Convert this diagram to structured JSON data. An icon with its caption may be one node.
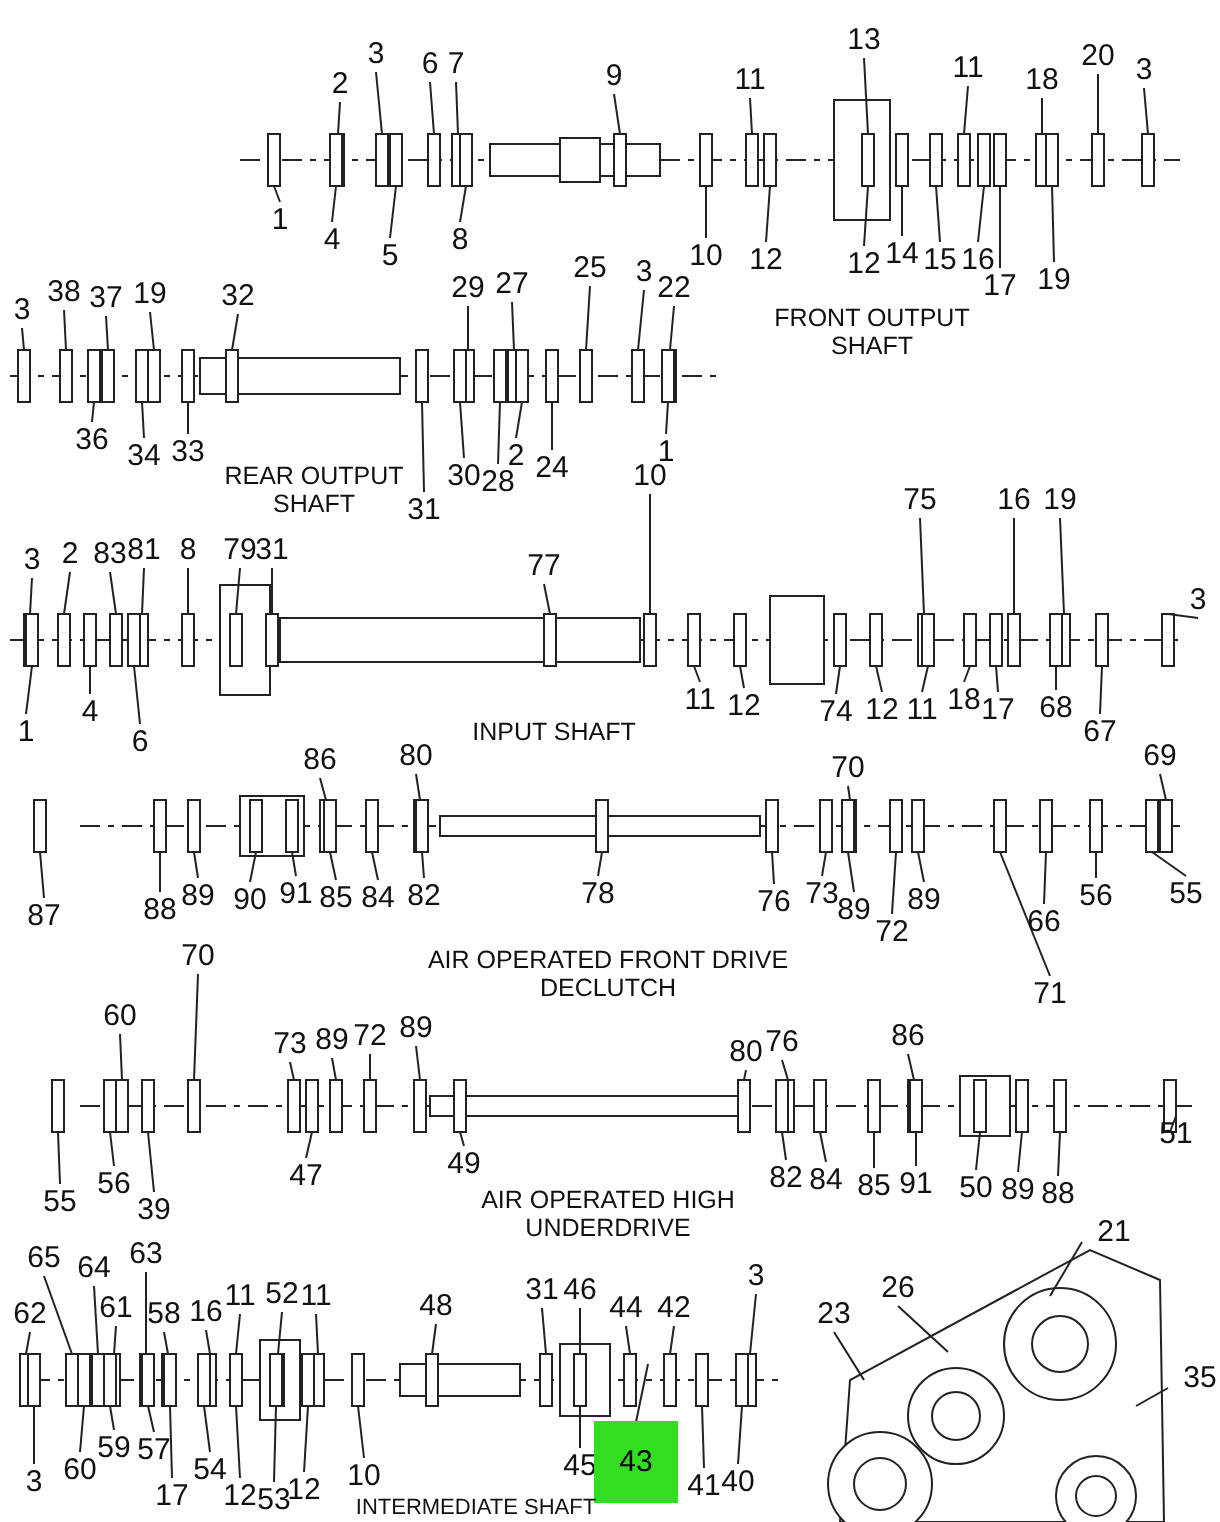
{
  "diagram": {
    "nodes": [
      {
        "text": [
          "1"
        ]
      },
      {
        "text": [
          "2"
        ]
      },
      {
        "text": [
          "3"
        ]
      },
      {
        "text": [
          "4"
        ]
      },
      {
        "text": [
          "5"
        ]
      },
      {
        "text": [
          "6"
        ]
      },
      {
        "text": [
          "7"
        ]
      },
      {
        "text": [
          "8"
        ]
      },
      {
        "text": [
          "9"
        ]
      },
      {
        "text": [
          "10"
        ]
      },
      {
        "text": [
          "11"
        ]
      },
      {
        "text": [
          "12"
        ]
      },
      {
        "text": [
          "13"
        ]
      },
      {
        "text": [
          "11"
        ]
      },
      {
        "text": [
          "12"
        ]
      },
      {
        "text": [
          "14"
        ]
      },
      {
        "text": [
          "15"
        ]
      },
      {
        "text": [
          "16"
        ]
      },
      {
        "text": [
          "17"
        ]
      },
      {
        "text": [
          "18"
        ]
      },
      {
        "text": [
          "19"
        ]
      },
      {
        "text": [
          "20"
        ]
      },
      {
        "text": [
          "3"
        ]
      },
      {
        "text": [
          "3"
        ]
      },
      {
        "text": [
          "38"
        ]
      },
      {
        "text": [
          "37"
        ]
      },
      {
        "text": [
          "19"
        ]
      },
      {
        "text": [
          "32"
        ]
      },
      {
        "text": [
          "29"
        ]
      },
      {
        "text": [
          "27"
        ]
      },
      {
        "text": [
          "25"
        ]
      },
      {
        "text": [
          "3"
        ]
      },
      {
        "text": [
          "22"
        ]
      },
      {
        "text": [
          "36"
        ]
      },
      {
        "text": [
          "34"
        ]
      },
      {
        "text": [
          "33"
        ]
      },
      {
        "text": [
          "30"
        ]
      },
      {
        "text": [
          "28"
        ]
      },
      {
        "text": [
          "2"
        ]
      },
      {
        "text": [
          "24"
        ]
      },
      {
        "text": [
          "1"
        ]
      },
      {
        "text": [
          "31"
        ]
      },
      {
        "text": [
          "10"
        ]
      },
      {
        "text": [
          "75"
        ]
      },
      {
        "text": [
          "16"
        ]
      },
      {
        "text": [
          "19"
        ]
      },
      {
        "text": [
          "3"
        ]
      },
      {
        "text": [
          "2"
        ]
      },
      {
        "text": [
          "83"
        ]
      },
      {
        "text": [
          "81"
        ]
      },
      {
        "text": [
          "8"
        ]
      },
      {
        "text": [
          "79"
        ]
      },
      {
        "text": [
          "31"
        ]
      },
      {
        "text": [
          "77"
        ]
      },
      {
        "text": [
          "3"
        ]
      },
      {
        "text": [
          "1"
        ]
      },
      {
        "text": [
          "4"
        ]
      },
      {
        "text": [
          "6"
        ]
      },
      {
        "text": [
          "11"
        ]
      },
      {
        "text": [
          "12"
        ]
      },
      {
        "text": [
          "74"
        ]
      },
      {
        "text": [
          "12"
        ]
      },
      {
        "text": [
          "11"
        ]
      },
      {
        "text": [
          "18"
        ]
      },
      {
        "text": [
          "17"
        ]
      },
      {
        "text": [
          "68"
        ]
      },
      {
        "text": [
          "67"
        ]
      },
      {
        "text": [
          "86"
        ]
      },
      {
        "text": [
          "80"
        ]
      },
      {
        "text": [
          "70"
        ]
      },
      {
        "text": [
          "69"
        ]
      },
      {
        "text": [
          "55"
        ]
      },
      {
        "text": [
          "87"
        ]
      },
      {
        "text": [
          "88"
        ]
      },
      {
        "text": [
          "89"
        ]
      },
      {
        "text": [
          "90"
        ]
      },
      {
        "text": [
          "91"
        ]
      },
      {
        "text": [
          "85"
        ]
      },
      {
        "text": [
          "84"
        ]
      },
      {
        "text": [
          "82"
        ]
      },
      {
        "text": [
          "78"
        ]
      },
      {
        "text": [
          "76"
        ]
      },
      {
        "text": [
          "73"
        ]
      },
      {
        "text": [
          "89"
        ]
      },
      {
        "text": [
          "72"
        ]
      },
      {
        "text": [
          "89"
        ]
      },
      {
        "text": [
          "66"
        ]
      },
      {
        "text": [
          "56"
        ]
      },
      {
        "text": [
          "71"
        ]
      },
      {
        "text": [
          "70"
        ]
      },
      {
        "text": [
          "60"
        ]
      },
      {
        "text": [
          "73"
        ]
      },
      {
        "text": [
          "89"
        ]
      },
      {
        "text": [
          "72"
        ]
      },
      {
        "text": [
          "89"
        ]
      },
      {
        "text": [
          "80"
        ]
      },
      {
        "text": [
          "76"
        ]
      },
      {
        "text": [
          "86"
        ]
      },
      {
        "text": [
          "47"
        ]
      },
      {
        "text": [
          "55"
        ]
      },
      {
        "text": [
          "56"
        ]
      },
      {
        "text": [
          "39"
        ]
      },
      {
        "text": [
          "49"
        ]
      },
      {
        "text": [
          "82"
        ]
      },
      {
        "text": [
          "84"
        ]
      },
      {
        "text": [
          "85"
        ]
      },
      {
        "text": [
          "91"
        ]
      },
      {
        "text": [
          "50"
        ]
      },
      {
        "text": [
          "89"
        ]
      },
      {
        "text": [
          "88"
        ]
      },
      {
        "text": [
          "51"
        ]
      },
      {
        "text": [
          "21"
        ]
      },
      {
        "text": [
          "65"
        ]
      },
      {
        "text": [
          "64"
        ]
      },
      {
        "text": [
          "63"
        ]
      },
      {
        "text": [
          "3"
        ]
      },
      {
        "text": [
          "62"
        ]
      },
      {
        "text": [
          "61"
        ]
      },
      {
        "text": [
          "58"
        ]
      },
      {
        "text": [
          "16"
        ]
      },
      {
        "text": [
          "11"
        ]
      },
      {
        "text": [
          "52"
        ]
      },
      {
        "text": [
          "11"
        ]
      },
      {
        "text": [
          "48"
        ]
      },
      {
        "text": [
          "31"
        ]
      },
      {
        "text": [
          "46"
        ]
      },
      {
        "text": [
          "44"
        ]
      },
      {
        "text": [
          "42"
        ]
      },
      {
        "text": [
          "26"
        ]
      },
      {
        "text": [
          "23"
        ]
      },
      {
        "text": [
          "35"
        ]
      },
      {
        "text": [
          "59"
        ]
      },
      {
        "text": [
          "57"
        ]
      },
      {
        "text": [
          "60"
        ]
      },
      {
        "text": [
          "54"
        ]
      },
      {
        "text": [
          "3"
        ]
      },
      {
        "text": [
          "17"
        ]
      },
      {
        "text": [
          "12"
        ]
      },
      {
        "text": [
          "53"
        ]
      },
      {
        "text": [
          "12"
        ]
      },
      {
        "text": [
          "10"
        ]
      },
      {
        "text": [
          "45"
        ]
      },
      {
        "text": [
          "43"
        ]
      },
      {
        "text": [
          "41"
        ]
      },
      {
        "text": [
          "40"
        ]
      },
      {
        "text": [],
        "shape": "picture"
      },
      {
        "text": [],
        "shape": "picture"
      },
      {
        "text": [],
        "shape": "picture"
      },
      {
        "text": [],
        "shape": "picture"
      },
      {
        "text": [],
        "shape": "picture"
      },
      {
        "text": [],
        "shape": "picture"
      },
      {
        "text": [],
        "shape": "picture"
      }
    ],
    "edges": [
      {
        "from": 0,
        "to": 145,
        "arrow": "none"
      },
      {
        "from": 1,
        "to": 145,
        "arrow": "none"
      },
      {
        "from": 2,
        "to": 145,
        "arrow": "none"
      },
      {
        "from": 3,
        "to": 145,
        "arrow": "none"
      },
      {
        "from": 4,
        "to": 145,
        "arrow": "none"
      },
      {
        "from": 5,
        "to": 145,
        "arrow": "none"
      },
      {
        "from": 6,
        "to": 145,
        "arrow": "none"
      },
      {
        "from": 7,
        "to": 145,
        "arrow": "none"
      },
      {
        "from": 8,
        "to": 145,
        "arrow": "none"
      },
      {
        "from": 9,
        "to": 145,
        "arrow": "none"
      },
      {
        "from": 10,
        "to": 145,
        "arrow": "none"
      },
      {
        "from": 11,
        "to": 145,
        "arrow": "none"
      },
      {
        "from": 12,
        "to": 145,
        "arrow": "none"
      },
      {
        "from": 13,
        "to": 145,
        "arrow": "none"
      },
      {
        "from": 14,
        "to": 145,
        "arrow": "none"
      },
      {
        "from": 15,
        "to": 145,
        "arrow": "none"
      },
      {
        "from": 16,
        "to": 145,
        "arrow": "none"
      },
      {
        "from": 17,
        "to": 145,
        "arrow": "none"
      },
      {
        "from": 18,
        "to": 145,
        "arrow": "none"
      },
      {
        "from": 19,
        "to": 145,
        "arrow": "none"
      },
      {
        "from": 20,
        "to": 145,
        "arrow": "none"
      },
      {
        "from": 21,
        "to": 145,
        "arrow": "none"
      },
      {
        "from": 22,
        "to": 145,
        "arrow": "none"
      },
      {
        "from": 23,
        "to": 146,
        "arrow": "none"
      },
      {
        "from": 24,
        "to": 146,
        "arrow": "none"
      },
      {
        "from": 25,
        "to": 146,
        "arrow": "none"
      },
      {
        "from": 26,
        "to": 146,
        "arrow": "none"
      },
      {
        "from": 27,
        "to": 146,
        "arrow": "none"
      },
      {
        "from": 28,
        "to": 146,
        "arrow": "none"
      },
      {
        "from": 29,
        "to": 146,
        "arrow": "none"
      },
      {
        "from": 30,
        "to": 146,
        "arrow": "none"
      },
      {
        "from": 31,
        "to": 146,
        "arrow": "none"
      },
      {
        "from": 32,
        "to": 146,
        "arrow": "none"
      },
      {
        "from": 33,
        "to": 146,
        "arrow": "none"
      },
      {
        "from": 34,
        "to": 146,
        "arrow": "none"
      },
      {
        "from": 35,
        "to": 146,
        "arrow": "none"
      },
      {
        "from": 36,
        "to": 146,
        "arrow": "none"
      },
      {
        "from": 37,
        "to": 146,
        "arrow": "none"
      },
      {
        "from": 38,
        "to": 146,
        "arrow": "none"
      },
      {
        "from": 39,
        "to": 146,
        "arrow": "none"
      },
      {
        "from": 40,
        "to": 146,
        "arrow": "none"
      },
      {
        "from": 41,
        "to": 146,
        "arrow": "none"
      },
      {
        "from": 42,
        "to": 147,
        "arrow": "none"
      },
      {
        "from": 43,
        "to": 147,
        "arrow": "none"
      },
      {
        "from": 44,
        "to": 147,
        "arrow": "none"
      },
      {
        "from": 45,
        "to": 147,
        "arrow": "none"
      },
      {
        "from": 46,
        "to": 147,
        "arrow": "none"
      },
      {
        "from": 47,
        "to": 147,
        "arrow": "none"
      },
      {
        "from": 48,
        "to": 147,
        "arrow": "none"
      },
      {
        "from": 49,
        "to": 147,
        "arrow": "none"
      },
      {
        "from": 50,
        "to": 147,
        "arrow": "none"
      },
      {
        "from": 51,
        "to": 147,
        "arrow": "none"
      },
      {
        "from": 52,
        "to": 147,
        "arrow": "none"
      },
      {
        "from": 53,
        "to": 147,
        "arrow": "none"
      },
      {
        "from": 54,
        "to": 147,
        "arrow": "none"
      },
      {
        "from": 55,
        "to": 147,
        "arrow": "none"
      },
      {
        "from": 56,
        "to": 147,
        "arrow": "none"
      },
      {
        "from": 57,
        "to": 147,
        "arrow": "none"
      },
      {
        "from": 58,
        "to": 147,
        "arrow": "none"
      },
      {
        "from": 59,
        "to": 147,
        "arrow": "none"
      },
      {
        "from": 60,
        "to": 147,
        "arrow": "none"
      },
      {
        "from": 61,
        "to": 147,
        "arrow": "none"
      },
      {
        "from": 62,
        "to": 147,
        "arrow": "none"
      },
      {
        "from": 63,
        "to": 147,
        "arrow": "none"
      },
      {
        "from": 64,
        "to": 147,
        "arrow": "none"
      },
      {
        "from": 65,
        "to": 147,
        "arrow": "none"
      },
      {
        "from": 66,
        "to": 147,
        "arrow": "none"
      },
      {
        "from": 67,
        "to": 148,
        "arrow": "none"
      },
      {
        "from": 68,
        "to": 148,
        "arrow": "none"
      },
      {
        "from": 69,
        "to": 148,
        "arrow": "none"
      },
      {
        "from": 70,
        "to": 148,
        "arrow": "none"
      },
      {
        "from": 71,
        "to": 148,
        "arrow": "none"
      },
      {
        "from": 72,
        "to": 148,
        "arrow": "none"
      },
      {
        "from": 73,
        "to": 148,
        "arrow": "none"
      },
      {
        "from": 74,
        "to": 148,
        "arrow": "none"
      },
      {
        "from": 75,
        "to": 148,
        "arrow": "none"
      },
      {
        "from": 76,
        "to": 148,
        "arrow": "none"
      },
      {
        "from": 77,
        "to": 148,
        "arrow": "none"
      },
      {
        "from": 78,
        "to": 148,
        "arrow": "none"
      },
      {
        "from": 79,
        "to": 148,
        "arrow": "none"
      },
      {
        "from": 80,
        "to": 148,
        "arrow": "none"
      },
      {
        "from": 81,
        "to": 148,
        "arrow": "none"
      },
      {
        "from": 82,
        "to": 148,
        "arrow": "none"
      },
      {
        "from": 83,
        "to": 148,
        "arrow": "none"
      },
      {
        "from": 84,
        "to": 148,
        "arrow": "none"
      },
      {
        "from": 85,
        "to": 148,
        "arrow": "none"
      },
      {
        "from": 86,
        "to": 148,
        "arrow": "none"
      },
      {
        "from": 87,
        "to": 148,
        "arrow": "none"
      },
      {
        "from": 88,
        "to": 148,
        "arrow": "none"
      },
      {
        "from": 89,
        "to": 149,
        "arrow": "none"
      },
      {
        "from": 90,
        "to": 149,
        "arrow": "none"
      },
      {
        "from": 91,
        "to": 149,
        "arrow": "none"
      },
      {
        "from": 92,
        "to": 149,
        "arrow": "none"
      },
      {
        "from": 93,
        "to": 149,
        "arrow": "none"
      },
      {
        "from": 94,
        "to": 149,
        "arrow": "none"
      },
      {
        "from": 95,
        "to": 149,
        "arrow": "none"
      },
      {
        "from": 96,
        "to": 149,
        "arrow": "none"
      },
      {
        "from": 97,
        "to": 149,
        "arrow": "none"
      },
      {
        "from": 98,
        "to": 149,
        "arrow": "none"
      },
      {
        "from": 99,
        "to": 149,
        "arrow": "none"
      },
      {
        "from": 100,
        "to": 149,
        "arrow": "none"
      },
      {
        "from": 101,
        "to": 149,
        "arrow": "none"
      },
      {
        "from": 102,
        "to": 149,
        "arrow": "none"
      },
      {
        "from": 103,
        "to": 149,
        "arrow": "none"
      },
      {
        "from": 104,
        "to": 149,
        "arrow": "none"
      },
      {
        "from": 105,
        "to": 149,
        "arrow": "none"
      },
      {
        "from": 106,
        "to": 149,
        "arrow": "none"
      },
      {
        "from": 107,
        "to": 149,
        "arrow": "none"
      },
      {
        "from": 108,
        "to": 149,
        "arrow": "none"
      },
      {
        "from": 109,
        "to": 149,
        "arrow": "none"
      },
      {
        "from": 110,
        "to": 149,
        "arrow": "none"
      },
      {
        "from": 111,
        "to": 151,
        "arrow": "none"
      },
      {
        "from": 112,
        "to": 150,
        "arrow": "none"
      },
      {
        "from": 113,
        "to": 150,
        "arrow": "none"
      },
      {
        "from": 114,
        "to": 150,
        "arrow": "none"
      },
      {
        "from": 115,
        "to": 150,
        "arrow": "none"
      },
      {
        "from": 116,
        "to": 150,
        "arrow": "none"
      },
      {
        "from": 117,
        "to": 150,
        "arrow": "none"
      },
      {
        "from": 118,
        "to": 150,
        "arrow": "none"
      },
      {
        "from": 119,
        "to": 150,
        "arrow": "none"
      },
      {
        "from": 120,
        "to": 150,
        "arrow": "none"
      },
      {
        "from": 121,
        "to": 150,
        "arrow": "none"
      },
      {
        "from": 122,
        "to": 150,
        "arrow": "none"
      },
      {
        "from": 123,
        "to": 150,
        "arrow": "none"
      },
      {
        "from": 124,
        "to": 150,
        "arrow": "none"
      },
      {
        "from": 125,
        "to": 150,
        "arrow": "none"
      },
      {
        "from": 126,
        "to": 150,
        "arrow": "none"
      },
      {
        "from": 127,
        "to": 150,
        "arrow": "none"
      },
      {
        "from": 128,
        "to": 151,
        "arrow": "none"
      },
      {
        "from": 129,
        "to": 151,
        "arrow": "none"
      },
      {
        "from": 130,
        "to": 151,
        "arrow": "none"
      },
      {
        "from": 131,
        "to": 150,
        "arrow": "none"
      },
      {
        "from": 132,
        "to": 150,
        "arrow": "none"
      },
      {
        "from": 133,
        "to": 150,
        "arrow": "none"
      },
      {
        "from": 134,
        "to": 150,
        "arrow": "none"
      },
      {
        "from": 135,
        "to": 150,
        "arrow": "none"
      },
      {
        "from": 136,
        "to": 150,
        "arrow": "none"
      },
      {
        "from": 137,
        "to": 150,
        "arrow": "none"
      },
      {
        "from": 138,
        "to": 150,
        "arrow": "none"
      },
      {
        "from": 139,
        "to": 150,
        "arrow": "none"
      },
      {
        "from": 140,
        "to": 150,
        "arrow": "none"
      },
      {
        "from": 141,
        "to": 150,
        "arrow": "none"
      },
      {
        "from": 142,
        "to": 150,
        "arrow": "none"
      },
      {
        "from": 143,
        "to": 150,
        "arrow": "none"
      },
      {
        "from": 144,
        "to": 150,
        "arrow": "none"
      }
    ],
    "labels": [
      "FRONT OUTPUT SHAFT",
      "REAR OUTPUT SHAFT",
      "INPUT SHAFT",
      "AIR OPERATED FRONT DRIVE DECLUTCH",
      "AIR OPERATED HIGH UNDERDRIVE",
      "INTERMEDIATE SHAFT"
    ]
  }
}
